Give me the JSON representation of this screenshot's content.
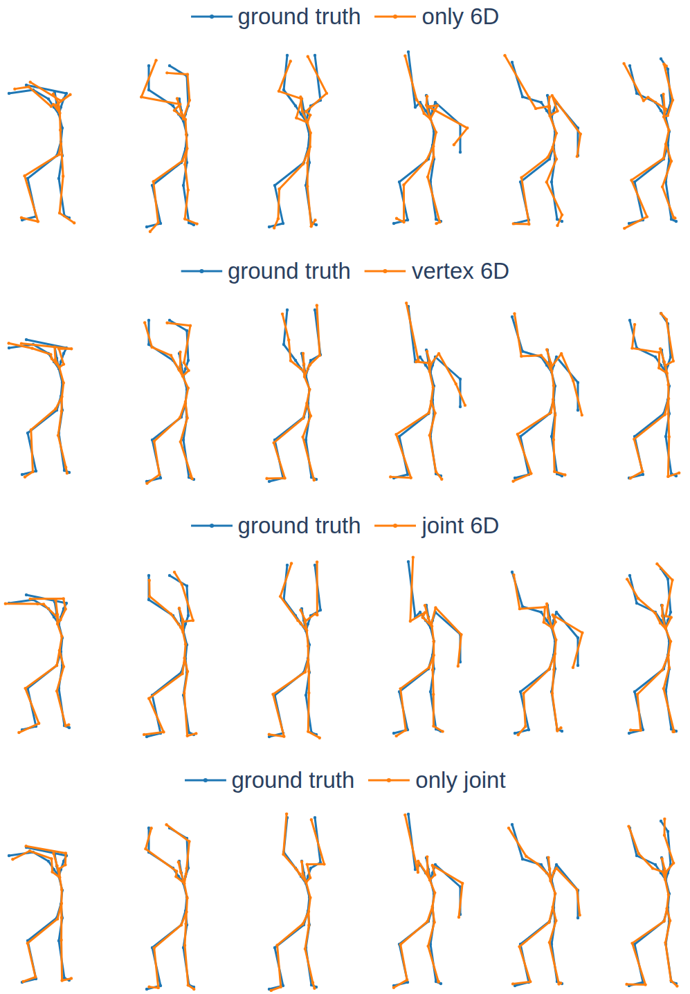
{
  "diagram": {
    "legend": [
      {
        "text": "ground truth"
      },
      {
        "text": "only 6D"
      },
      {
        "text": "ground truth"
      },
      {
        "text": "vertex 6D"
      },
      {
        "text": "ground truth"
      },
      {
        "text": "joint 6D"
      },
      {
        "text": "ground truth"
      },
      {
        "text": "only joint"
      }
    ]
  }
}
